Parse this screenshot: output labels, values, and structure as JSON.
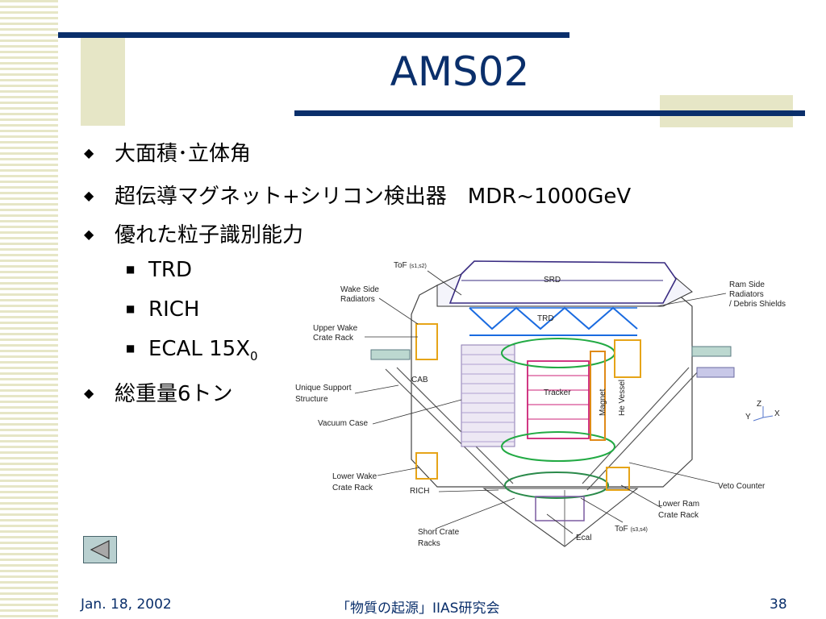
{
  "slide": {
    "title": "AMS02",
    "bullets": [
      "大面積･立体角",
      "超伝導マグネット+シリコン検出器　MDR~1000GeV",
      "優れた粒子識別能力"
    ],
    "sub_bullets": [
      "TRD",
      "RICH",
      "ECAL 15X"
    ],
    "ecal_subscript": "0",
    "last_bullet": "総重量6トン",
    "bullet_marker": "◆",
    "sub_marker": "■"
  },
  "diagram": {
    "labels": {
      "tof_top": "ToF",
      "tof_top_sub": "(s1,s2)",
      "srd": "SRD",
      "trd": "TRD",
      "wake_side": [
        "Wake Side",
        "Radiators"
      ],
      "ram_side": [
        "Ram Side",
        "Radiators",
        "/ Debris Shields"
      ],
      "upper_wake": [
        "Upper Wake",
        "Crate Rack"
      ],
      "cab": "CAB",
      "unique_support": [
        "Unique Support",
        "Structure"
      ],
      "vacuum_case": "Vacuum Case",
      "tracker": "Tracker",
      "magnet": "Magnet",
      "he_vessel": "He Vessel",
      "lower_wake": [
        "Lower Wake",
        "Crate Rack"
      ],
      "rich": "RICH",
      "veto": "Veto Counter",
      "lower_ram": [
        "Lower Ram",
        "Crate Rack"
      ],
      "short_crate": [
        "Short Crate",
        "Racks"
      ],
      "ecal": "Ecal",
      "tof_bottom": "ToF",
      "tof_bottom_sub": "(s3,s4)",
      "axis_y": "Y",
      "axis_z": "Z",
      "axis_x": "X"
    }
  },
  "footer": {
    "date": "Jan. 18, 2002",
    "center": "「物質の起源」IIAS研究会",
    "page": "38"
  },
  "colors": {
    "navy": "#0a2f6b",
    "tan": "#e6e6c6",
    "nav_button": "#b9d0d0"
  },
  "icons": {
    "nav": "back-arrow-icon"
  }
}
